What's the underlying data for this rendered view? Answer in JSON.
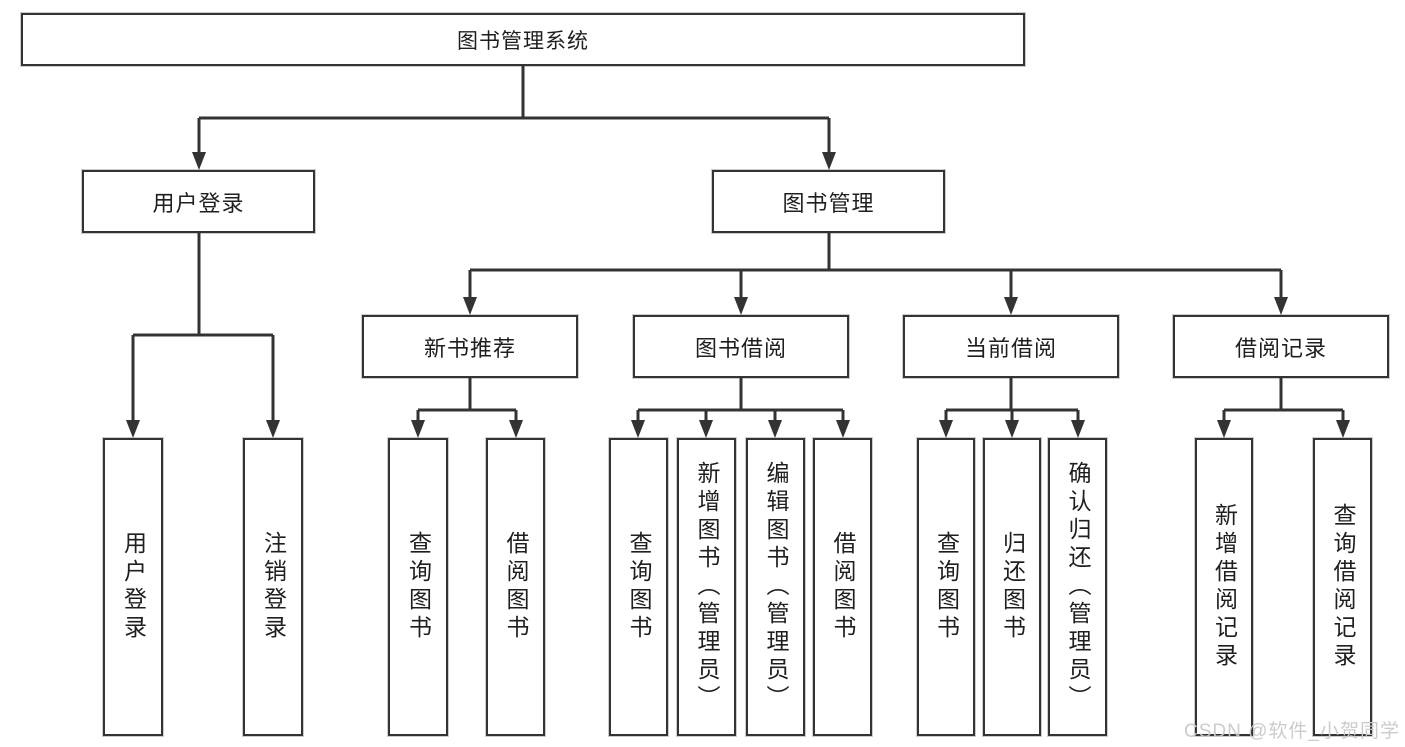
{
  "diagram": {
    "type": "hierarchy-tree",
    "tree": {
      "label": "图书管理系统",
      "children": [
        {
          "label": "用户登录",
          "children": [
            {
              "label": "用户登录"
            },
            {
              "label": "注销登录"
            }
          ]
        },
        {
          "label": "图书管理",
          "children": [
            {
              "label": "新书推荐",
              "children": [
                {
                  "label": "查询图书"
                },
                {
                  "label": "借阅图书"
                }
              ]
            },
            {
              "label": "图书借阅",
              "children": [
                {
                  "label": "查询图书"
                },
                {
                  "label": "新增图书（管理员）"
                },
                {
                  "label": "编辑图书（管理员）"
                },
                {
                  "label": "借阅图书"
                }
              ]
            },
            {
              "label": "当前借阅",
              "children": [
                {
                  "label": "查询图书"
                },
                {
                  "label": "归还图书"
                },
                {
                  "label": "确认归还（管理员）"
                }
              ]
            },
            {
              "label": "借阅记录",
              "children": [
                {
                  "label": "新增借阅记录"
                },
                {
                  "label": "查询借阅记录"
                }
              ]
            }
          ]
        }
      ]
    }
  },
  "watermark": {
    "text": "CSDN @软件_小贺同学"
  },
  "colors": {
    "line": "#333333",
    "box_border": "#333333",
    "box_fill": "#ffffff",
    "text": "#1f1f1f",
    "watermark": "#c9c9c9",
    "background": "#ffffff"
  }
}
